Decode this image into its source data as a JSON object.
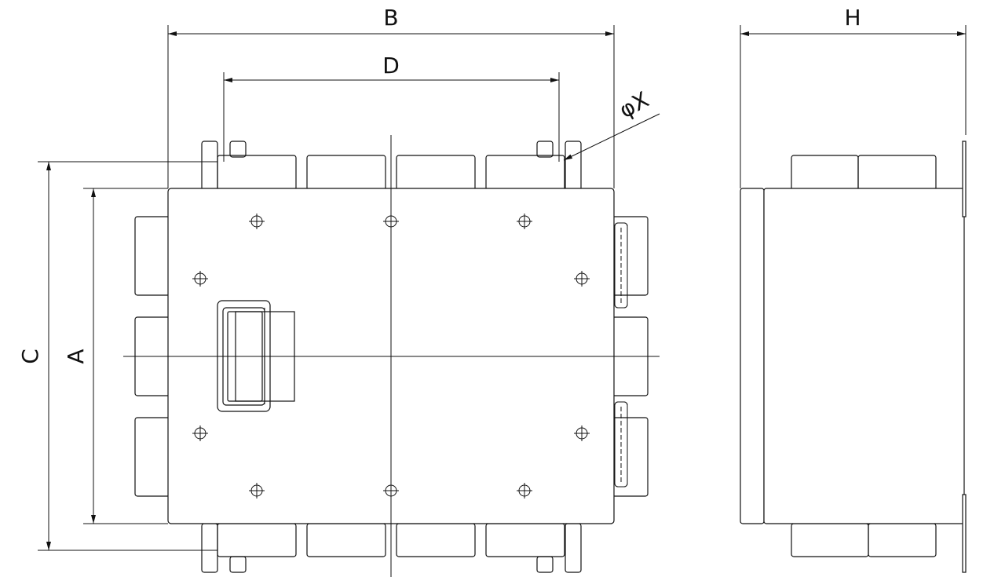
{
  "dimensions": {
    "overall_width": "B",
    "mounting_width": "D",
    "hole_diameter": "φX",
    "overall_height": "C",
    "body_height": "A",
    "depth": "H"
  },
  "colors": {
    "line": "#111111",
    "background": "#ffffff"
  }
}
